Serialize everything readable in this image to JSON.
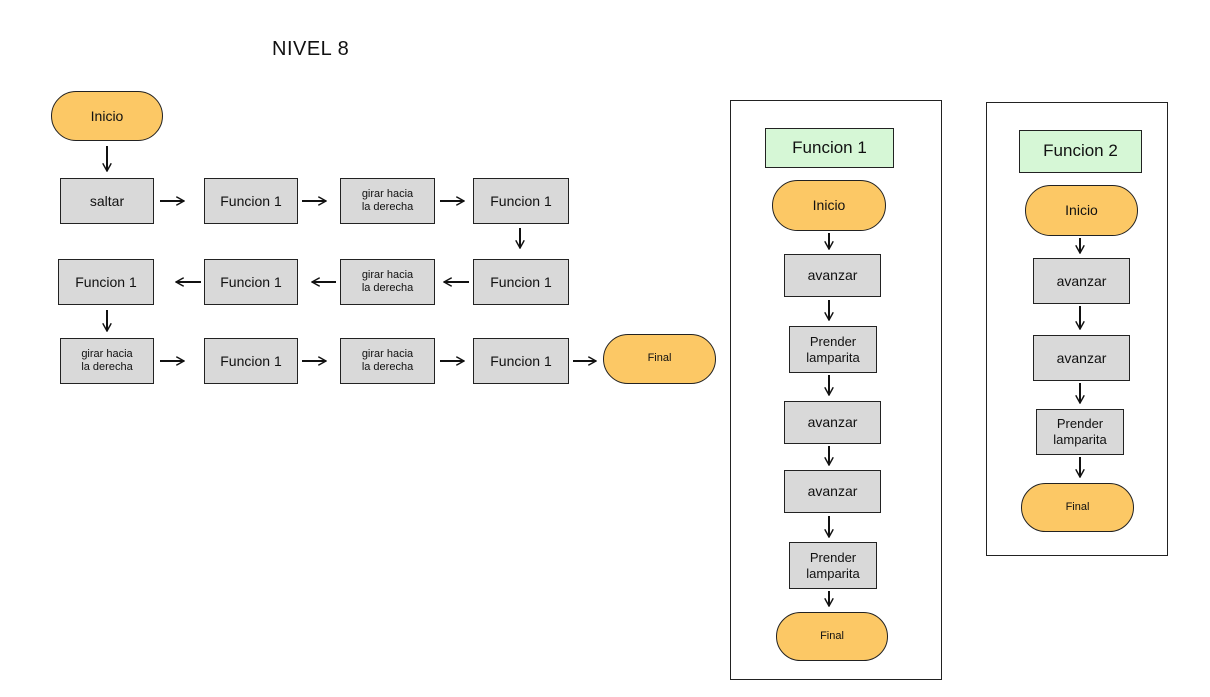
{
  "title": "NIVEL 8",
  "main": {
    "start": "Inicio",
    "end": "Final",
    "steps": [
      "saltar",
      "Funcion 1",
      "girar hacia\nla derecha",
      "Funcion 1",
      "Funcion 1",
      "girar hacia\nla derecha",
      "Funcion 1",
      "Funcion 1",
      "girar hacia\nla derecha",
      "Funcion 1",
      "girar hacia\nla derecha",
      "Funcion 1"
    ]
  },
  "functions": [
    {
      "name": "Funcion 1",
      "start": "Inicio",
      "steps": [
        "avanzar",
        "Prender\nlamparita",
        "avanzar",
        "avanzar",
        "Prender\nlamparita"
      ],
      "end": "Final"
    },
    {
      "name": "Funcion 2",
      "start": "Inicio",
      "steps": [
        "avanzar",
        "avanzar",
        "Prender\nlamparita"
      ],
      "end": "Final"
    }
  ],
  "colors": {
    "terminal": "#fcc865",
    "process": "#d9d9d9",
    "function_header": "#d6f7d6"
  }
}
